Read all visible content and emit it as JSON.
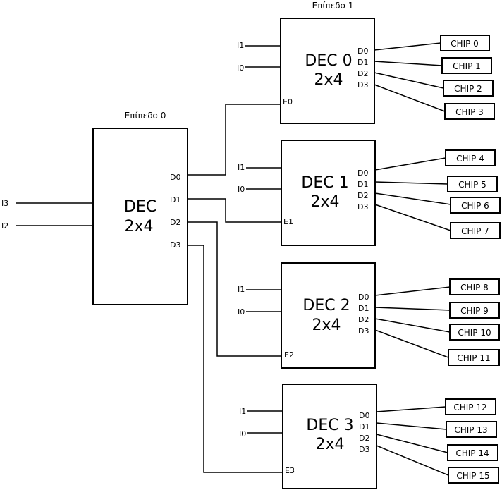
{
  "level0": {
    "title": "Επίπεδο 0",
    "name": "DEC",
    "size": "2x4",
    "inputs": [
      "I3",
      "I2"
    ],
    "outputs": [
      "D0",
      "D1",
      "D2",
      "D3"
    ]
  },
  "level1": {
    "title": "Επίπεδο 1",
    "decoders": [
      {
        "name": "DEC 0",
        "size": "2x4",
        "inputs": [
          "I1",
          "I0"
        ],
        "outputs": [
          "D0",
          "D1",
          "D2",
          "D3"
        ],
        "enable": "E0",
        "chips": [
          "CHIP 0",
          "CHIP 1",
          "CHIP 2",
          "CHIP 3"
        ]
      },
      {
        "name": "DEC 1",
        "size": "2x4",
        "inputs": [
          "I1",
          "I0"
        ],
        "outputs": [
          "D0",
          "D1",
          "D2",
          "D3"
        ],
        "enable": "E1",
        "chips": [
          "CHIP 4",
          "CHIP 5",
          "CHIP 6",
          "CHIP 7"
        ]
      },
      {
        "name": "DEC 2",
        "size": "2x4",
        "inputs": [
          "I1",
          "I0"
        ],
        "outputs": [
          "D0",
          "D1",
          "D2",
          "D3"
        ],
        "enable": "E2",
        "chips": [
          "CHIP 8",
          "CHIP 9",
          "CHIP 10",
          "CHIP 11"
        ]
      },
      {
        "name": "DEC 3",
        "size": "2x4",
        "inputs": [
          "I1",
          "I0"
        ],
        "outputs": [
          "D0",
          "D1",
          "D2",
          "D3"
        ],
        "enable": "E3",
        "chips": [
          "CHIP 12",
          "CHIP 13",
          "CHIP 14",
          "CHIP 15"
        ]
      }
    ]
  }
}
